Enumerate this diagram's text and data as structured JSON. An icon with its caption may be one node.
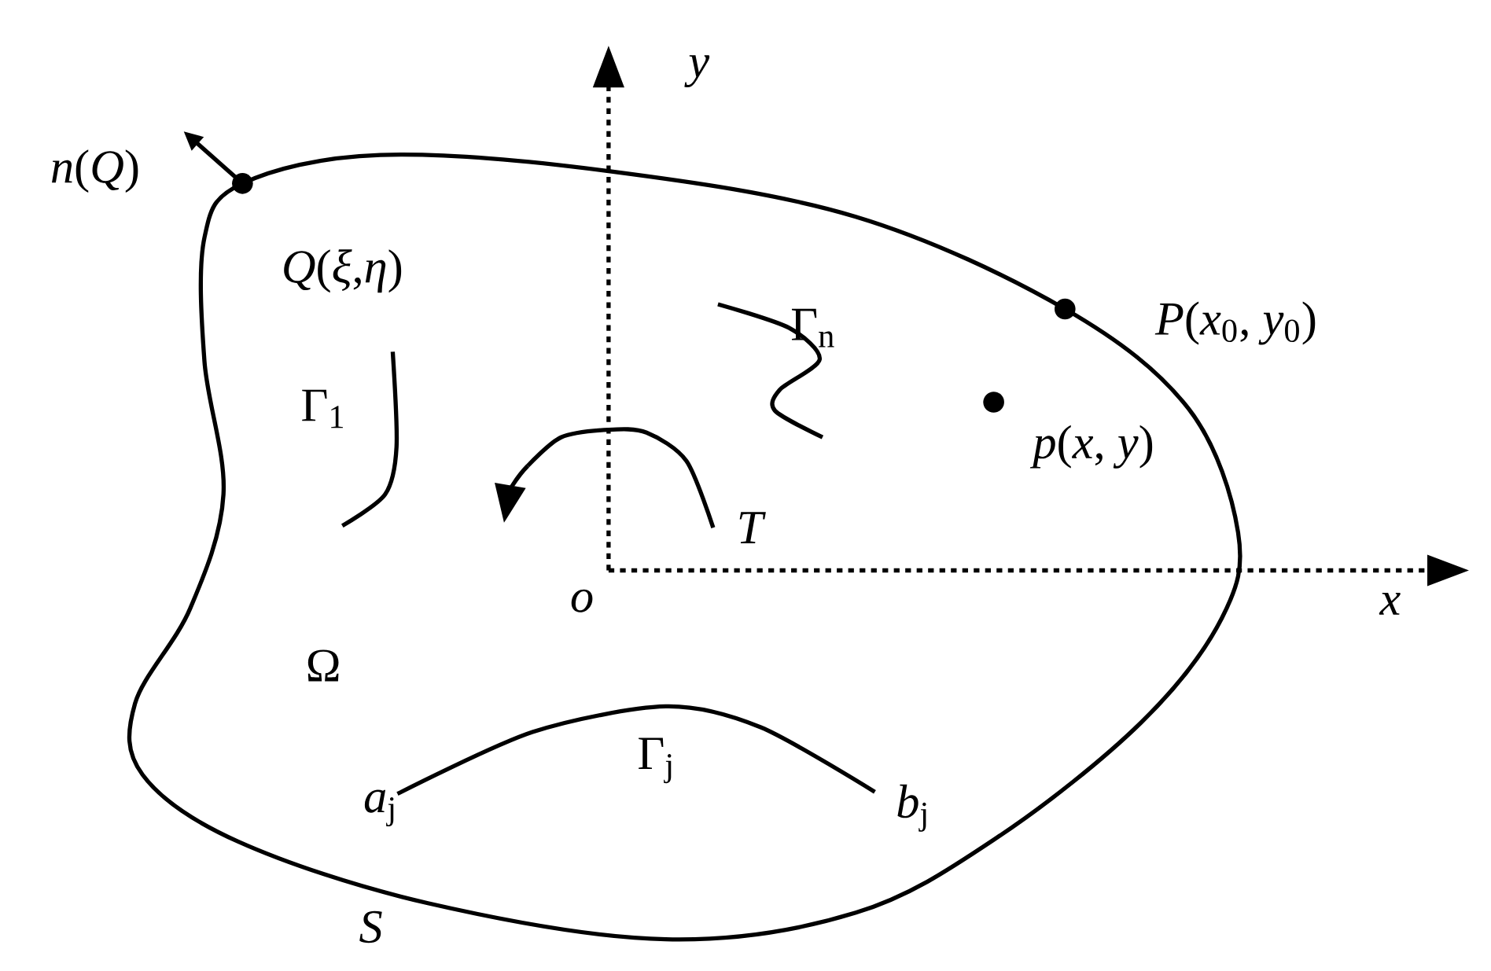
{
  "diagram": {
    "labels": [
      "*y*",
      "*n*(*Q*)",
      "*Q*(*ξ*,*η*)",
      "Γ$_{n}$",
      "*P*(*x*$_{0}$, *y*$_{0}$)",
      "Γ$_{1}$",
      "*p*(*x*, *y*)",
      "*T*",
      "*o*",
      "*x*",
      "Ω",
      "Γ$_{j}$",
      "*a*$_{j}$",
      "*b*$_{j}$",
      "*S*"
    ]
  }
}
